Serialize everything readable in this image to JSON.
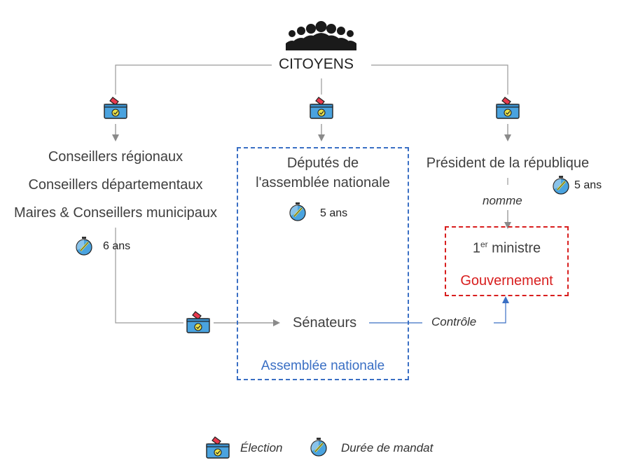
{
  "top": {
    "label": "CITOYENS"
  },
  "left": {
    "line1": "Conseillers régionaux",
    "line2": "Conseillers départementaux",
    "line3": "Maires & Conseillers municipaux",
    "mandate": "6 ans"
  },
  "center": {
    "line1": "Députés de",
    "line2": "l'assemblée nationale",
    "mandate": "5 ans",
    "senators": "Sénateurs",
    "group_label": "Assemblée nationale"
  },
  "right": {
    "president": "Président de la république",
    "mandate": "5 ans",
    "appoints": "nomme",
    "pm_number": "1",
    "pm_sup": "er",
    "pm_rest": " ministre",
    "government": "Gouvernement",
    "control": "Contrôle"
  },
  "legend": {
    "election": "Élection",
    "mandate_duration": "Durée de mandat"
  },
  "colors": {
    "box_blue": "#3a6fc4",
    "box_red": "#d81e1e",
    "line_gray": "#9a9a9a",
    "ballot_blue": "#4aa3df"
  }
}
